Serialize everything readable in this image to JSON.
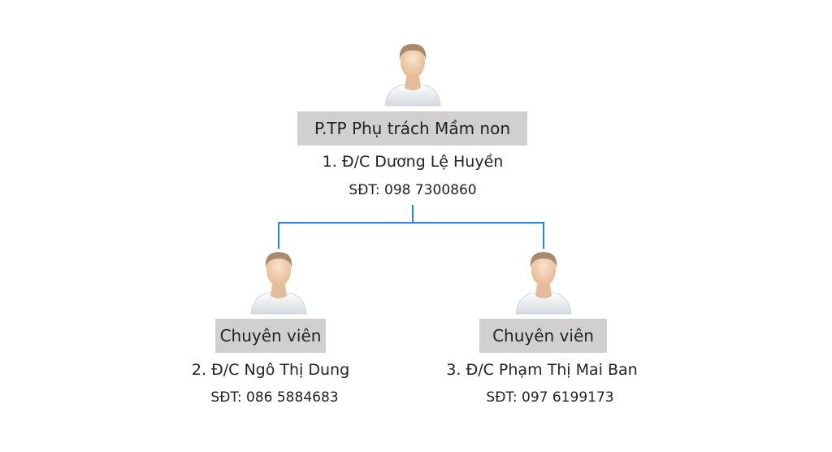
{
  "nodes": [
    {
      "role": "P.TP Phụ trách Mầm non",
      "name": "1. Đ/C Dương Lệ Huyền",
      "phone": "SĐT: 098 7300860",
      "icon": "person-avatar-icon"
    },
    {
      "role": "Chuyên viên",
      "name": "2. Đ/C Ngô Thị Dung",
      "phone": "SĐT: 086 5884683",
      "icon": "person-avatar-icon"
    },
    {
      "role": "Chuyên viên",
      "name": "3. Đ/C Phạm Thị Mai Ban",
      "phone": "SĐT: 097 6199173",
      "icon": "person-avatar-icon"
    }
  ],
  "colors": {
    "connector": "#1a8cf0",
    "role_box": "#d0d0d0"
  }
}
